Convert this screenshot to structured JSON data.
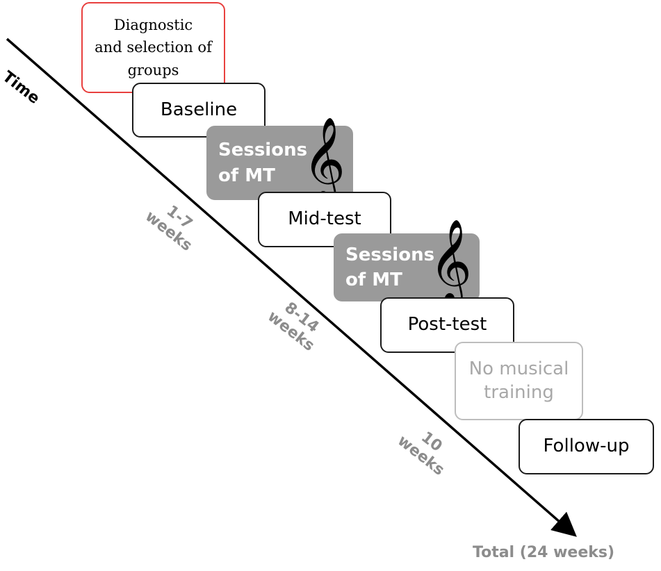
{
  "timeline": {
    "axis_label": "Time",
    "total_label": "Total (24 weeks)"
  },
  "steps": {
    "selection": "Diagnostic\nand selection of\ngroups",
    "baseline": "Baseline",
    "sessions_1": "Sessions\nof MT",
    "midtest": "Mid-test",
    "sessions_2": "Sessions\nof MT",
    "posttest": "Post-test",
    "no_training": "No musical\ntraining",
    "followup": "Follow-up"
  },
  "durations": {
    "phase_1": "1-7\nweeks",
    "phase_2": "8-14\nweeks",
    "phase_3": "10\nweeks"
  },
  "icons": {
    "treble_clef": "treble-clef-icon"
  },
  "colors": {
    "selection_border": "#e8403e",
    "session_fill": "#9a9a9a",
    "muted_text": "#8c8c8c",
    "no_training_text": "#a8a8a8"
  }
}
